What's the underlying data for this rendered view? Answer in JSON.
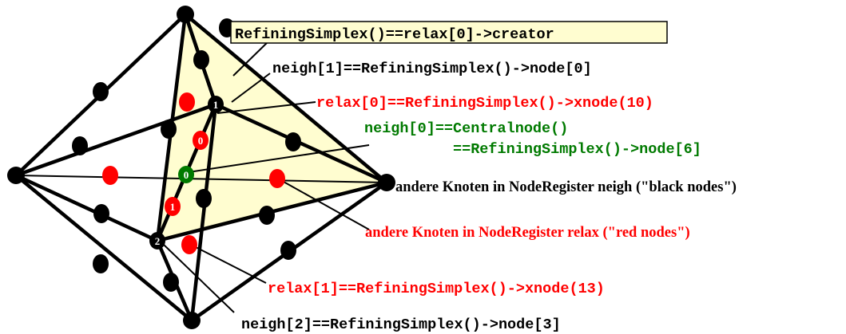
{
  "colors": {
    "face_fill": "#fffdd0",
    "black": "#000000",
    "red": "#ff0000",
    "green": "#007a00",
    "white": "#ffffff"
  },
  "labels": {
    "creator_box": "RefiningSimplex()==relax[0]->creator",
    "neigh1": "neigh[1]==RefiningSimplex()->node[0]",
    "relax0": "relax[0]==RefiningSimplex()->xnode(10)",
    "neigh0_line1": "neigh[0]==Centralnode()",
    "neigh0_line2": "==RefiningSimplex()->node[6]",
    "black_nodes": "andere Knoten in NodeRegister neigh (\"black nodes\")",
    "red_nodes": "andere Knoten in NodeRegister relax (\"red nodes\")",
    "relax1": "relax[1]==RefiningSimplex()->xnode(13)",
    "neigh2": "neigh[2]==RefiningSimplex()->node[3]"
  },
  "node_labels": {
    "n1": "1",
    "n2": "2",
    "c0": "0",
    "r0": "0",
    "r1": "1"
  }
}
